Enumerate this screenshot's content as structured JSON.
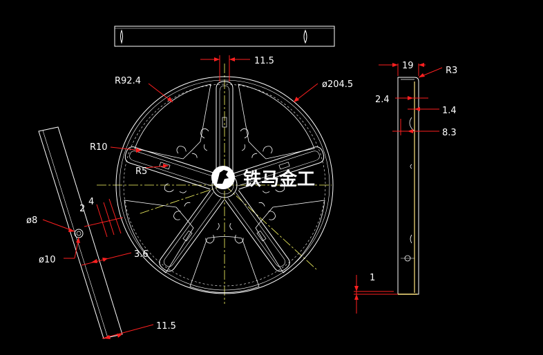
{
  "colors": {
    "background": "#000000",
    "outline": "#ffffff",
    "dimension": "#ff2020",
    "centerline": "#ffff66",
    "edge": "#ffe680"
  },
  "dimensions": {
    "top_width": "11.5",
    "outer_radius": "R92.4",
    "outer_diameter": "ø204.5",
    "inner_radius": "R10",
    "small_radius": "R5",
    "side_width": "19",
    "side_radius": "R3",
    "side_thickness": "2.4",
    "side_gap": "1.4",
    "side_depth": "8.3",
    "side_bottom": "1",
    "arm_offset_a": "4",
    "arm_offset_b": "2",
    "arm_offset_c": "3.6",
    "hole_diameter_small": "ø8",
    "hole_diameter_large": "ø10",
    "arm_width": "11.5"
  },
  "logo": {
    "icon": "horse-head-icon",
    "text": "铁马金工"
  }
}
